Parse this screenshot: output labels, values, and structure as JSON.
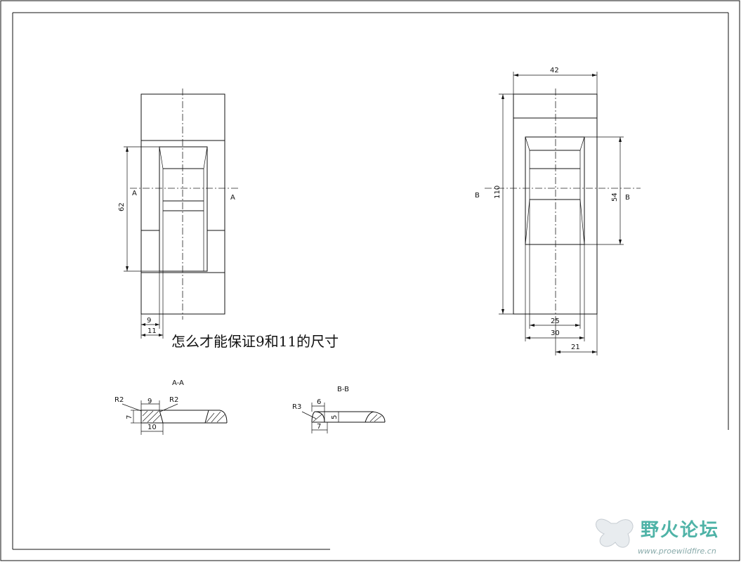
{
  "note": "怎么才能保证9和11的尺寸",
  "front_view": {
    "section_markers": [
      "A",
      "A"
    ],
    "dims": {
      "height_62": "62",
      "width_9": "9",
      "width_11": "11"
    }
  },
  "side_view": {
    "section_markers": [
      "B",
      "B"
    ],
    "dims": {
      "top_42": "42",
      "height_110": "110",
      "height_54": "54",
      "w_25": "25",
      "w_30": "30",
      "w_21": "21"
    }
  },
  "section_aa": {
    "title": "A-A",
    "dims": {
      "r_left": "R2",
      "r_right": "R2",
      "w_9": "9",
      "h_7": "7",
      "w_10": "10"
    }
  },
  "section_bb": {
    "title": "B-B",
    "dims": {
      "r": "R3",
      "w_6": "6",
      "h_5": "5",
      "w_7": "7"
    }
  },
  "watermark": {
    "name": "野火论坛",
    "url": "www.proewildfire.cn"
  },
  "colors": {
    "line": "#111111",
    "watermark": "#4fb3a7"
  }
}
